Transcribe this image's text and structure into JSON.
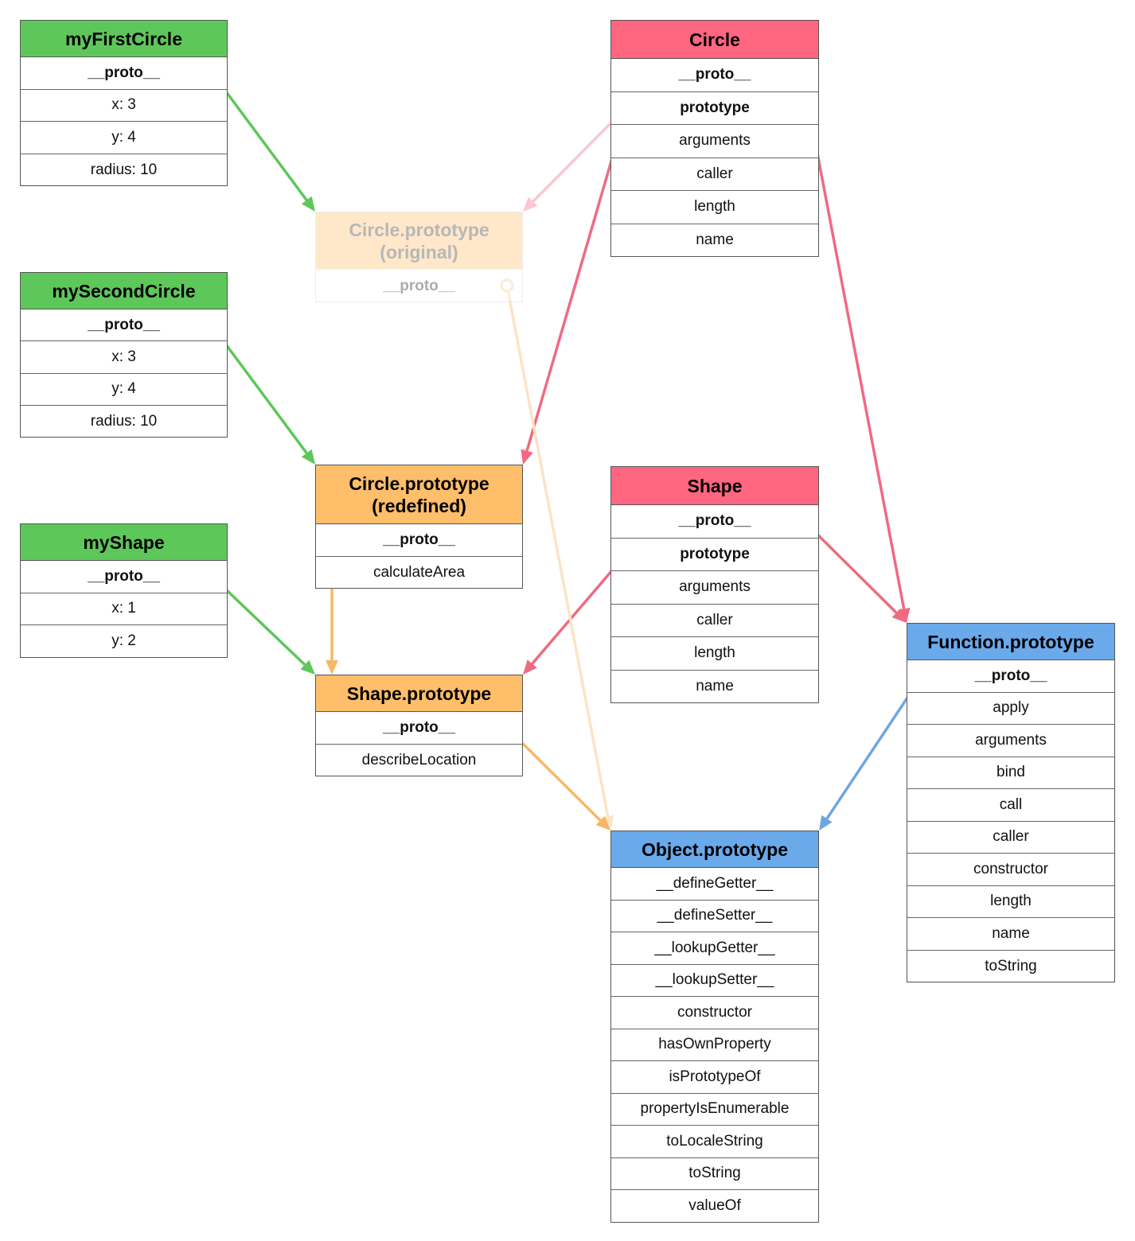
{
  "colors": {
    "instance": "#5ec75a",
    "constructor": "#ff6680",
    "proto_object": "#ffbe6a",
    "builtin": "#6aaaeb",
    "green_arrow": "#5ec75a",
    "red_arrow": "#ef6b82",
    "orange_arrow": "#f6b866",
    "blue_arrow": "#6ea7e0",
    "faded_red_arrow": "#f9c7d1",
    "faded_orange_arrow": "#fde3c6"
  },
  "boxes": [
    {
      "id": "myFirstCircle",
      "name": "myFirstCircle-box",
      "title": "myFirstCircle",
      "color": "instance",
      "rows": [
        {
          "text": "__proto__",
          "bold": true
        },
        {
          "text": "x: 3"
        },
        {
          "text": "y: 4"
        },
        {
          "text": "radius: 10"
        }
      ]
    },
    {
      "id": "mySecondCircle",
      "name": "mySecondCircle-box",
      "title": "mySecondCircle",
      "color": "instance",
      "rows": [
        {
          "text": "__proto__",
          "bold": true
        },
        {
          "text": "x: 3"
        },
        {
          "text": "y: 4"
        },
        {
          "text": "radius: 10"
        }
      ]
    },
    {
      "id": "myShape",
      "name": "myShape-box",
      "title": "myShape",
      "color": "instance",
      "rows": [
        {
          "text": "__proto__",
          "bold": true
        },
        {
          "text": "x: 1"
        },
        {
          "text": "y: 2"
        }
      ]
    },
    {
      "id": "circleProtoOriginal",
      "name": "circle-prototype-original-box",
      "title": "Circle.prototype\n(original)",
      "color": "proto_object",
      "ghost": true,
      "rows": [
        {
          "text": "__proto__",
          "bold": true
        }
      ]
    },
    {
      "id": "circleProtoRedefined",
      "name": "circle-prototype-redefined-box",
      "title": "Circle.prototype\n(redefined)",
      "color": "proto_object",
      "rows": [
        {
          "text": "__proto__",
          "bold": true
        },
        {
          "text": "calculateArea"
        }
      ]
    },
    {
      "id": "shapeProto",
      "name": "shape-prototype-box",
      "title": "Shape.prototype",
      "color": "proto_object",
      "rows": [
        {
          "text": "__proto__",
          "bold": true
        },
        {
          "text": "describeLocation"
        }
      ]
    },
    {
      "id": "circle",
      "name": "circle-constructor-box",
      "title": "Circle",
      "color": "constructor",
      "rows": [
        {
          "text": "__proto__",
          "bold": true
        },
        {
          "text": "prototype",
          "bold": true
        },
        {
          "text": "arguments"
        },
        {
          "text": "caller"
        },
        {
          "text": "length"
        },
        {
          "text": "name"
        }
      ]
    },
    {
      "id": "shape",
      "name": "shape-constructor-box",
      "title": "Shape",
      "color": "constructor",
      "rows": [
        {
          "text": "__proto__",
          "bold": true
        },
        {
          "text": "prototype",
          "bold": true
        },
        {
          "text": "arguments"
        },
        {
          "text": "caller"
        },
        {
          "text": "length"
        },
        {
          "text": "name"
        }
      ]
    },
    {
      "id": "functionProto",
      "name": "function-prototype-box",
      "title": "Function.prototype",
      "color": "builtin",
      "rows": [
        {
          "text": "__proto__",
          "bold": true
        },
        {
          "text": "apply"
        },
        {
          "text": "arguments"
        },
        {
          "text": "bind"
        },
        {
          "text": "call"
        },
        {
          "text": "caller"
        },
        {
          "text": "constructor"
        },
        {
          "text": "length"
        },
        {
          "text": "name"
        },
        {
          "text": "toString"
        }
      ]
    },
    {
      "id": "objectProto",
      "name": "object-prototype-box",
      "title": "Object.prototype",
      "color": "builtin",
      "rows": [
        {
          "text": "__defineGetter__"
        },
        {
          "text": "__defineSetter__"
        },
        {
          "text": "__lookupGetter__"
        },
        {
          "text": "__lookupSetter__"
        },
        {
          "text": "constructor"
        },
        {
          "text": "hasOwnProperty"
        },
        {
          "text": "isPrototypeOf"
        },
        {
          "text": "propertyIsEnumerable"
        },
        {
          "text": "toLocaleString"
        },
        {
          "text": "toString"
        },
        {
          "text": "valueOf"
        }
      ]
    }
  ],
  "arrows": [
    {
      "name": "arrow-myFirstCircle-proto",
      "color": "green_arrow"
    },
    {
      "name": "arrow-mySecondCircle-proto",
      "color": "green_arrow"
    },
    {
      "name": "arrow-myShape-proto",
      "color": "green_arrow"
    },
    {
      "name": "arrow-circle-prototype-original",
      "color": "faded_red_arrow"
    },
    {
      "name": "arrow-circle-prototype-redefined",
      "color": "red_arrow"
    },
    {
      "name": "arrow-circle-proto",
      "color": "red_arrow"
    },
    {
      "name": "arrow-shape-proto",
      "color": "red_arrow"
    },
    {
      "name": "arrow-shape-prototype",
      "color": "red_arrow"
    },
    {
      "name": "arrow-circle-original-proto",
      "color": "faded_orange_arrow"
    },
    {
      "name": "arrow-circle-redefined-proto",
      "color": "orange_arrow"
    },
    {
      "name": "arrow-shape-prototype-proto",
      "color": "orange_arrow"
    },
    {
      "name": "arrow-function-prototype-proto",
      "color": "blue_arrow"
    }
  ]
}
